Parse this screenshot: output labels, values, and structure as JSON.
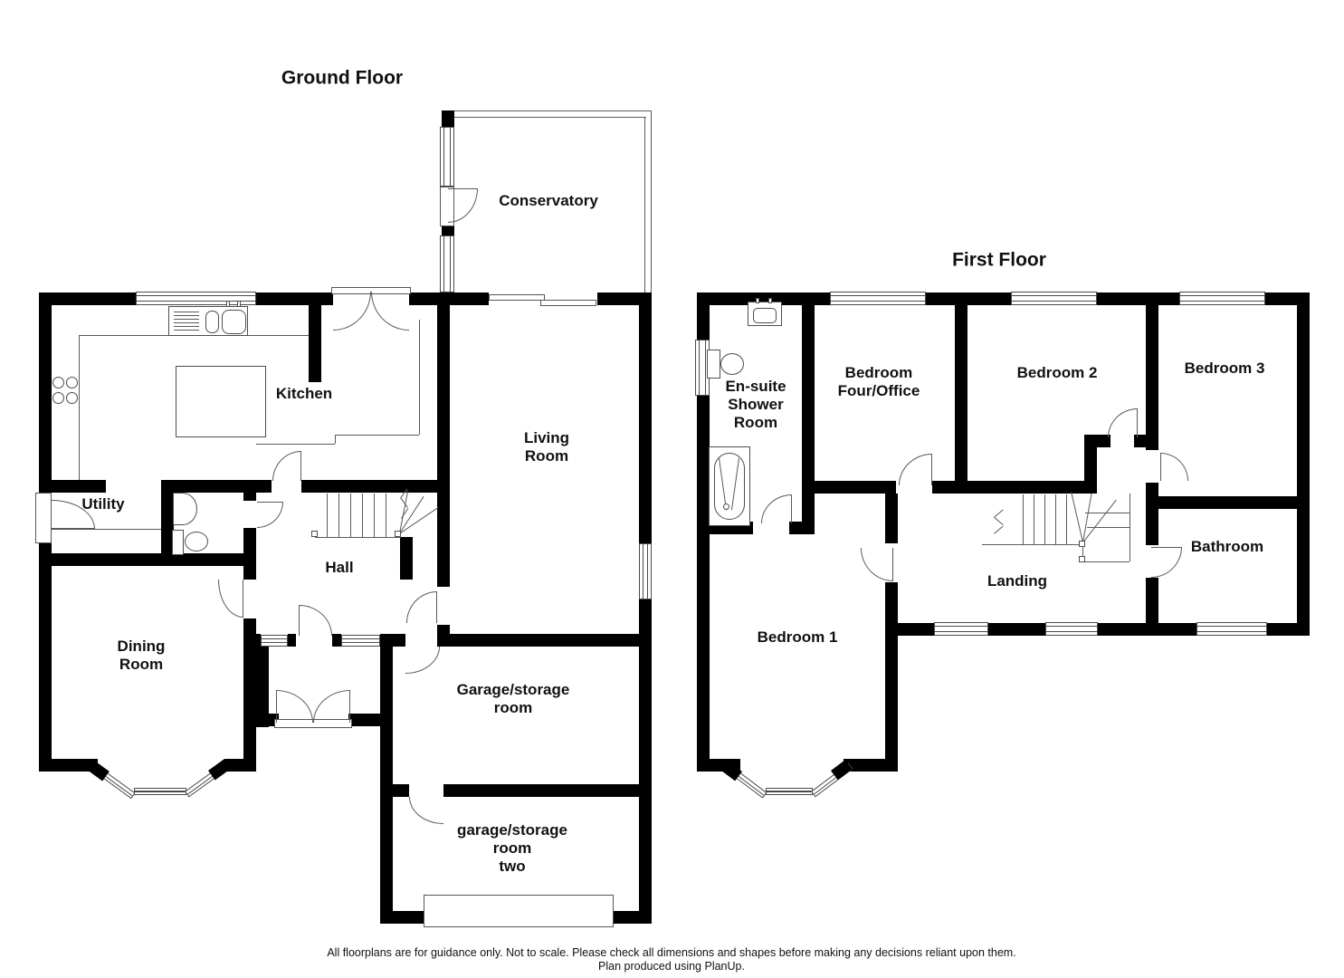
{
  "title_ground": "Ground Floor",
  "title_first": "First Floor",
  "gf": {
    "conservatory": "Conservatory",
    "kitchen": "Kitchen",
    "utility": "Utility",
    "hall": "Hall",
    "living": "Living\nRoom",
    "dining": "Dining\nRoom",
    "garage1": "Garage/storage\nroom",
    "garage2": "garage/storage\nroom\ntwo"
  },
  "ff": {
    "ensuite": "En-suite\nShower\nRoom",
    "bed4": "Bedroom\nFour/Office",
    "bed2": "Bedroom 2",
    "bed3": "Bedroom 3",
    "bathroom": "Bathroom",
    "landing": "Landing",
    "bed1": "Bedroom 1"
  },
  "footer": {
    "line1": "All floorplans are for guidance only. Not to scale. Please check all dimensions and shapes before making any decisions reliant upon them.",
    "line2": "Plan produced using PlanUp."
  },
  "colors": {
    "wall": "#000000",
    "line": "#5a5a5a",
    "text": "#111111"
  }
}
